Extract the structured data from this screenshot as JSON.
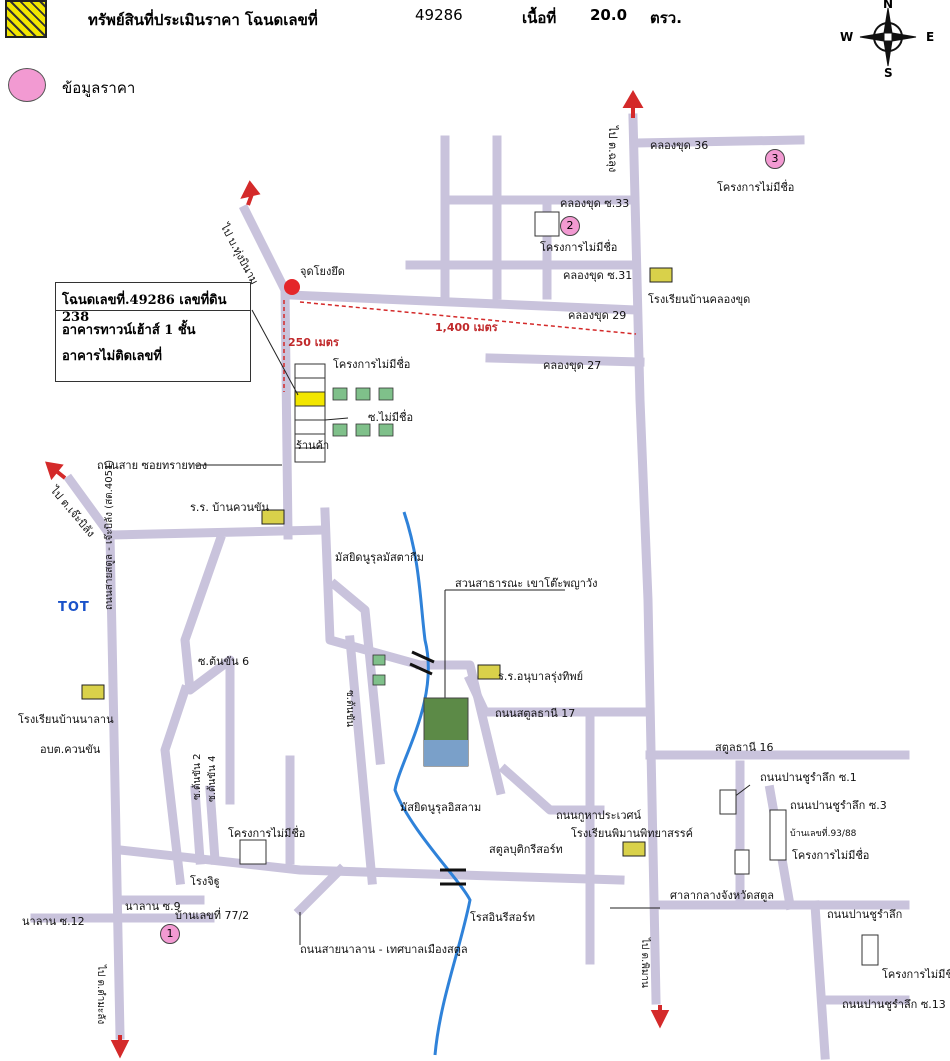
{
  "legend": {
    "subject_label": "ทรัพย์สินที่ประเมินราคา โฉนดเลขที่",
    "deed_no": "49286",
    "area_label": "เนื้อที่",
    "area_value": "20.0",
    "area_unit": "ตรว.",
    "price_point_label": "ข้อมูลราคา"
  },
  "compass": {
    "n": "N",
    "s": "S",
    "e": "E",
    "w": "W"
  },
  "callout": {
    "line1": "โฉนดเลขที่.49286 เลขที่ดิน 238",
    "line2": "อาคารทาวน์เฮ้าส์ 1 ชั้น",
    "line3": "อาคารไม่ติดเลขที่"
  },
  "distances": {
    "vertical": "250 เมตร",
    "horizontal": "1,400 เมตร"
  },
  "price_points": [
    {
      "num": "1",
      "label": "บ้านเลขที่ 77/2"
    },
    {
      "num": "2",
      "label": "โครงการไม่มีชื่อ"
    },
    {
      "num": "3",
      "label": "โครงการไม่มีชื่อ"
    }
  ],
  "labels": {
    "to_ban_khuan": "ไป บ.ทุ่งบินาม",
    "start_point": "จุดโยงยึด",
    "to_tha_phae": "ไป ต.ฉลุง",
    "khlong_khut_36": "คลองขุด 36",
    "khlong_khut_33": "คลองขุด ซ.33",
    "khlong_khut_31": "คลองขุด ซ.31",
    "khlong_khut_29": "คลองขุด 29",
    "khlong_khut_27": "คลองขุด 27",
    "school_khlong_khut": "โรงเรียนบ้านคลองขุด",
    "project_unnamed_1": "โครงการไม่มีชื่อ",
    "soi_unnamed": "ซ.ไม่มีชื่อ",
    "shop": "ร้านค้า",
    "road_sai_thong": "ถนนสาย ซอยทรายทอง",
    "school_khuan_khan": "ร.ร. บ้านควนขัน",
    "to_chebilang": "ไป ต.เจ๊ะบิลัง",
    "road_ton_khan_6": "ซ.ต้นขัน 6",
    "mosque_1": "มัสยิดนูรุลมัสตากีม",
    "park": "สวนสาธารณะ เขาโต๊ะพญาวัง",
    "school_anuban": "ร.ร.อนุบาลรุ่งทิพย์",
    "road_satun_thani_17": "ถนนสตูลธานี 17",
    "road_satun_thani_16": "สตูลธานี 16",
    "school_ban_na_lan": "โรงเรียนบ้านนาลาน",
    "obt_khuan_khan": "อบต.ควนขัน",
    "tot": "TOT",
    "road_pan_ru_1": "ถนนปานชูรำลึก ซ.1",
    "road_pan_ru_3": "ถนนปานชูรำลึก ซ.3",
    "house_93_88": "บ้านเลขที่.93/88",
    "project_unnamed_5": "โครงการไม่มีชื่อ",
    "mosque_2": "มัสยิดนูรุลอิสลาม",
    "road_kuha_prawet": "ถนนกูหาประเวศน์",
    "school_phiman": "โรงเรียนพิมานพิทยาสรรค์",
    "resort_satun": "สตูลบุติกรีสอร์ท",
    "project_unnamed_2": "โครงการไม่มีชื่อ",
    "rongkit": "โรงจิฐู",
    "na_lan_9": "นาลาน ซ.9",
    "na_lan_12": "นาลาน ซ.12",
    "road_na_lan_thesaban": "ถนนสายนาลาน - เทศบาลเมืองสตูล",
    "resort_sin": "โรสอินรีสอร์ท",
    "court": "ศาลากลางจังหวัดสตูล",
    "road_pan_ru": "ถนนปานชูรำลึก",
    "project_unnamed_6": "โครงการไม่มีชื่",
    "road_pan_ru_13": "ถนนปานชูรำลึก ซ.13",
    "road_satun_chalung": "ถนนสายสตูล - เจ๊ะบิลัง (สต.4051)",
    "road_ton_khan_2": "ซ.ต้นขัน 2",
    "road_ton_khan_4": "ซ.ต้นขัน 4",
    "road_ton_khan": "ซ.ต้นขัน",
    "to_ta_nang_ai": "ไป ต.ตำมะลัง",
    "to_phiman": "ไป ต.พิมาน"
  },
  "colors": {
    "road": "#c9c3dc",
    "arrow": "#d42a2a",
    "river": "#2f82d9",
    "price_point": "#f29ad2",
    "subject": "#f2e600"
  }
}
